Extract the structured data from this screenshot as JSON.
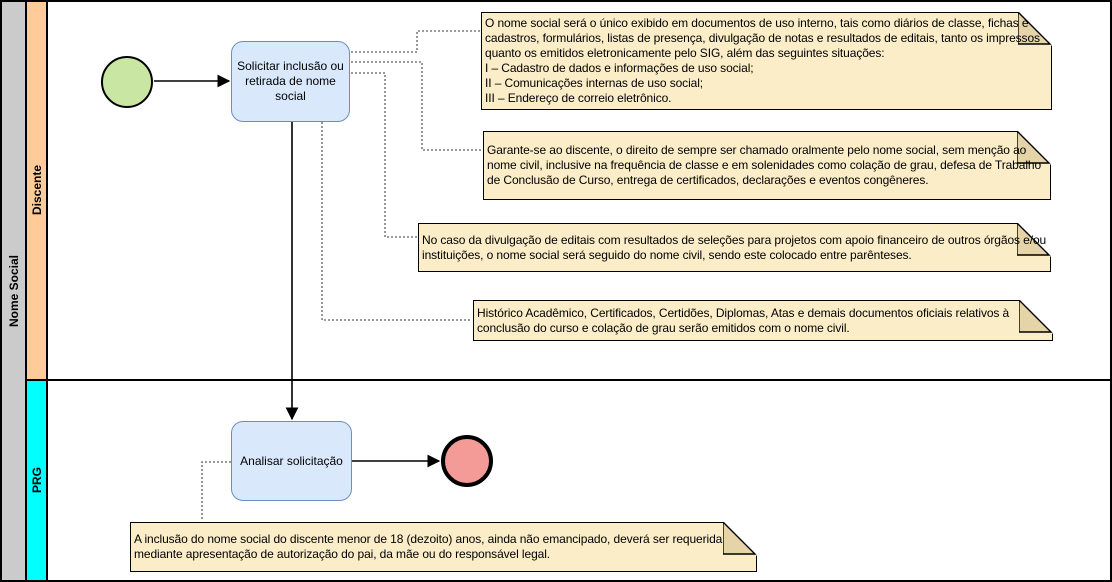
{
  "pool": {
    "label": "Nome Social"
  },
  "lanes": [
    {
      "label": "Discente",
      "color": "#FFCC99"
    },
    {
      "label": "PRG",
      "color": "#00FFFF"
    }
  ],
  "tasks": [
    {
      "label": "Solicitar inclusão ou retirada de nome social"
    },
    {
      "label": "Analisar solicitação"
    }
  ],
  "events": [
    {
      "name": "start",
      "color": "#C9E7A2"
    },
    {
      "name": "end",
      "color": "#F59B97"
    }
  ],
  "annotations": [
    {
      "text": "O nome social será o único exibido em documentos de uso interno, tais como diários de classe, fichas e cadastros, formulários, listas de presença, divulgação de notas e resultados de editais, tanto os impressos quanto os emitidos eletronicamente pelo SIG, além das seguintes situações:\nI – Cadastro de dados e informações de uso social;\nII – Comunicações internas de uso social;\nIII – Endereço de correio eletrônico."
    },
    {
      "text": "Garante-se ao discente, o direito de sempre ser chamado oralmente pelo nome social, sem menção ao nome civil, inclusive na frequência de classe e em solenidades como colação de grau, defesa de Trabalho de Conclusão de Curso, entrega de certificados, declarações e eventos congêneres."
    },
    {
      "text": "No caso da divulgação de editais com resultados de seleções para projetos com apoio financeiro de outros órgãos e/ou instituições, o nome social será seguido do nome civil, sendo este colocado entre parênteses."
    },
    {
      "text": "Histórico Acadêmico, Certificados, Certidões, Diplomas, Atas e demais documentos oficiais relativos à conclusão do curso e colação de grau serão emitidos com o nome civil."
    },
    {
      "text": "A inclusão do nome social do discente menor de 18 (dezoito) anos, ainda não emancipado, deverá ser requerida mediante apresentação de autorização do pai, da mãe ou do responsável legal."
    }
  ],
  "colors": {
    "pool_header": "#CBCBCB",
    "task_fill": "#DAE8FC",
    "task_border": "#6C8EBF",
    "note_fill": "#FAEDC8",
    "note_fold": "#E4D4A7",
    "start_event_fill": "#C9E7A2",
    "end_event_fill": "#F59B97"
  }
}
